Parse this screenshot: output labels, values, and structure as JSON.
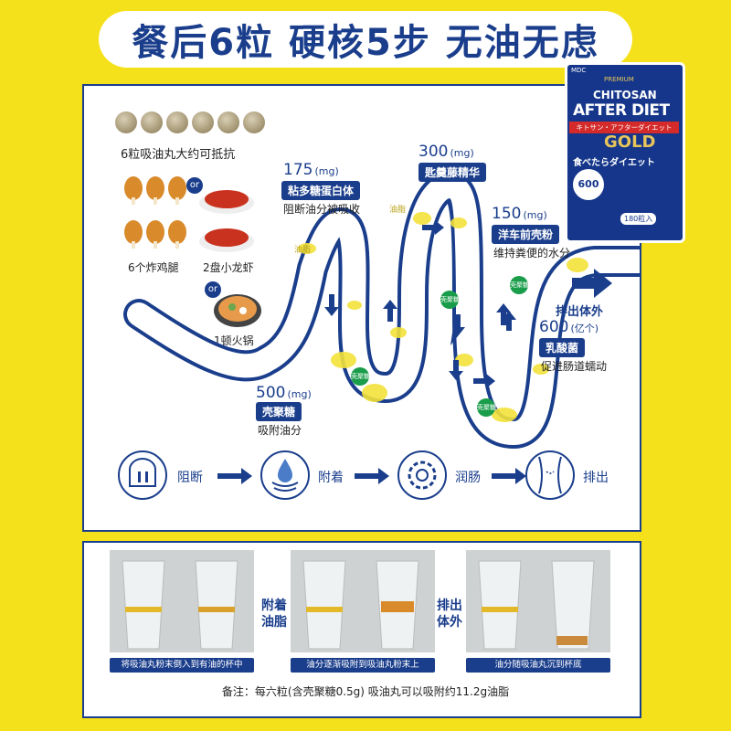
{
  "title": "餐后6粒  硬核5步  无油无虑",
  "intro": {
    "pills_caption": "6粒吸油丸大约可抵抗",
    "or": "or",
    "food1": "6个炸鸡腿",
    "food2": "2盘小龙虾",
    "food3": "1顿火锅"
  },
  "product": {
    "brand": "MDC",
    "premium": "PREMIUM",
    "line1": "CHITOSAN",
    "line2": "AFTER DIET",
    "ribbon": "キトサン・アフターダイエット",
    "gold": "GOLD",
    "jp": "食べたらダイエット",
    "count_badge": "600",
    "packs": "180粒入"
  },
  "steps": [
    {
      "amount": "175",
      "unit": "(mg)",
      "name": "粘多糖蛋白体",
      "desc": "阻断油分被吸收"
    },
    {
      "amount": "500",
      "unit": "(mg)",
      "name": "壳聚糖",
      "desc": "吸附油分"
    },
    {
      "amount": "300",
      "unit": "(mg)",
      "name": "匙羹藤精华",
      "desc": ""
    },
    {
      "amount": "150",
      "unit": "(mg)",
      "name": "洋车前壳粉",
      "desc": "维持粪便的水分"
    },
    {
      "amount": "600",
      "unit": "(亿个)",
      "name": "乳酸菌",
      "desc": "促进肠道蠕动"
    }
  ],
  "pipe_labels": {
    "oil": "油脂",
    "chitosan": "壳聚糖",
    "exit": "排出体外"
  },
  "process": [
    "阻断",
    "附着",
    "润肠",
    "排出"
  ],
  "demo": {
    "captions": [
      "将吸油丸粉末倒入到有油的杯中",
      "油分逐渐吸附到吸油丸粉末上",
      "油分随吸油丸沉到杯底"
    ],
    "between1": [
      "附着",
      "油脂"
    ],
    "between2": [
      "排出",
      "体外"
    ]
  },
  "footnote": "备注：每六粒(含壳聚糖0.5g) 吸油丸可以吸附约11.2g油脂",
  "colors": {
    "navy": "#1a3e8c",
    "yellow": "#f5e11b",
    "pipe_yellow": "#f3e23a"
  }
}
